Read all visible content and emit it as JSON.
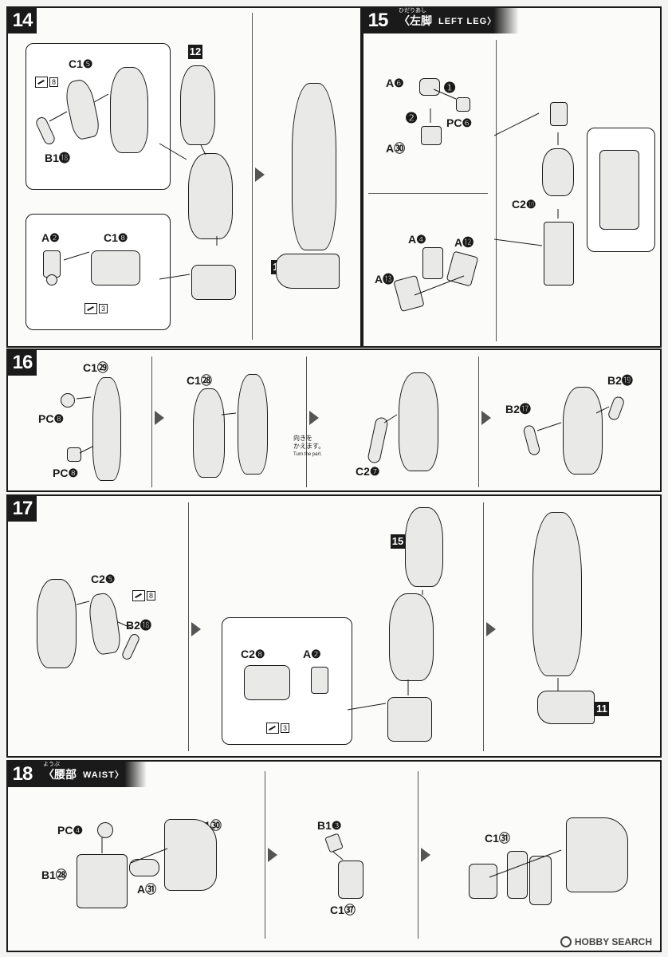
{
  "steps": {
    "s14": {
      "number": "14",
      "labels": {
        "c15": "C1❺",
        "b118": "B1⓲",
        "a2": "A❷",
        "c18": "C1❽",
        "ref12": "12",
        "ref11": "11"
      },
      "cut_numbers": [
        "8",
        "3"
      ]
    },
    "s15": {
      "number": "15",
      "title_jp": "〈左脚",
      "title_en": "LEFT LEG〉",
      "furigana": "ひだりあし",
      "labels": {
        "a6": "A❻",
        "a30": "A㉚",
        "pc6": "PC❻",
        "step1": "❶",
        "step2": "❷",
        "a4": "A❹",
        "a12": "A⓬",
        "a13": "A⓭",
        "c210": "C2❿"
      }
    },
    "s16": {
      "number": "16",
      "labels": {
        "c129": "C1㉙",
        "pc8a": "PC❽",
        "pc8b": "PC❽",
        "c128": "C1㉘",
        "c27": "C2❼",
        "b217": "B2⓱",
        "b219": "B2⓳"
      },
      "note_jp_1": "向きを",
      "note_jp_2": "かえます。",
      "note_en": "Turn the part."
    },
    "s17": {
      "number": "17",
      "labels": {
        "c25": "C2❺",
        "b218": "B2⓲",
        "c28": "C2❽",
        "a2": "A❷",
        "ref15": "15",
        "ref11": "11"
      },
      "cut_numbers": [
        "8",
        "3"
      ]
    },
    "s18": {
      "number": "18",
      "title_jp": "〈腰部",
      "title_en": "WAIST〉",
      "furigana": "ようぶ",
      "labels": {
        "pc4": "PC❹",
        "b128": "B1㉘",
        "a31": "A㉛",
        "c130": "C1㉚",
        "b13": "B1❸",
        "c137": "C1㊲",
        "c131": "C1㉛"
      }
    }
  },
  "watermark": "HOBBY SEARCH",
  "colors": {
    "ink": "#1a1a1a",
    "paper": "#fbfbfa",
    "part": "#e9e9e7"
  }
}
